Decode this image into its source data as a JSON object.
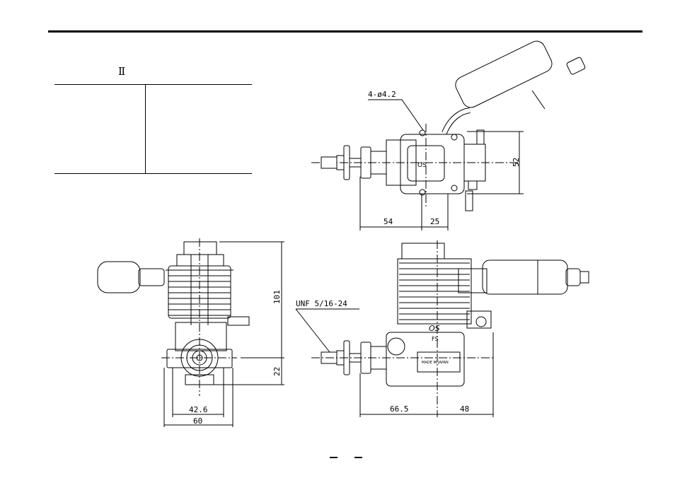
{
  "page": {
    "section_mark": "Ⅱ",
    "table": {
      "rows": []
    },
    "page_number_marks": [
      "–",
      "–"
    ]
  },
  "drawing": {
    "top_view": {
      "hole_label": "4-ø4.2",
      "dims": {
        "height": "52",
        "left": "54",
        "right": "25"
      }
    },
    "front_view": {
      "dims": {
        "height": "101",
        "lower": "22",
        "inner_width": "42.6",
        "width": "60"
      }
    },
    "side_view": {
      "thread_label": "UNF 5/16-24",
      "dims": {
        "left": "66.5",
        "right": "48"
      },
      "engine_markings": {
        "brand": "OS",
        "model": "FS",
        "made_in": "MADE IN JAPAN"
      }
    }
  }
}
